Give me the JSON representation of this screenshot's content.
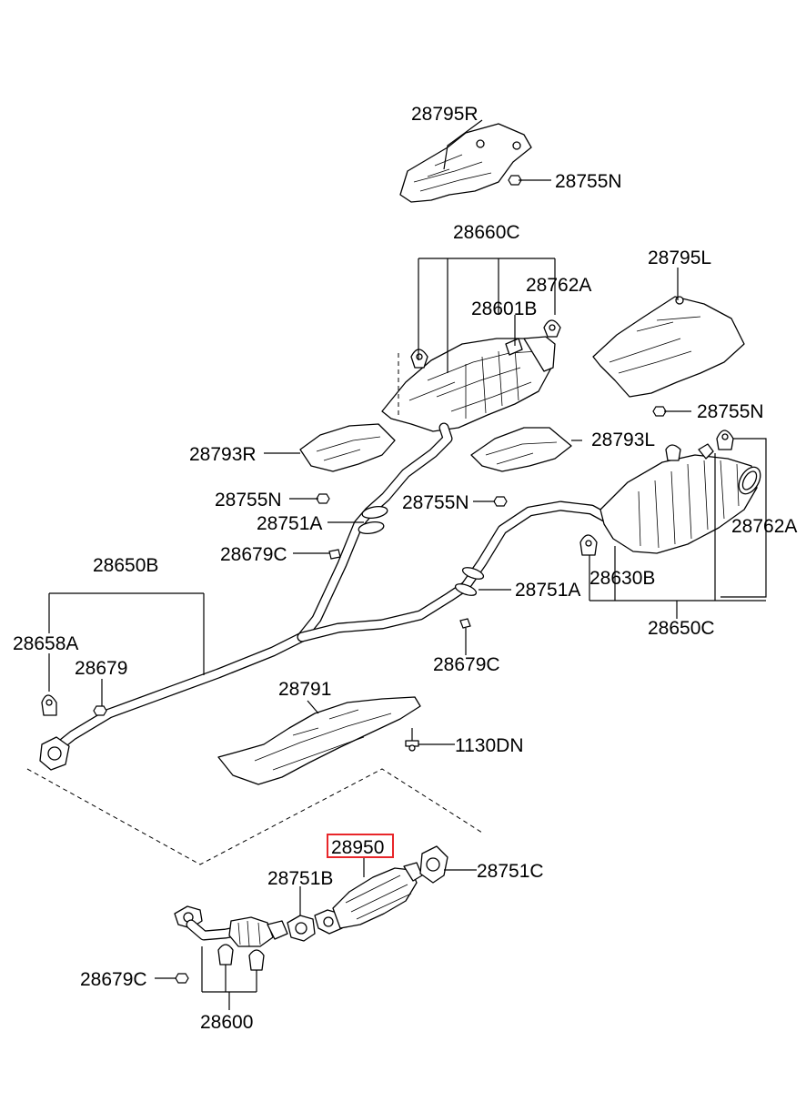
{
  "diagram_title": "",
  "highlight_color": "#e8262a",
  "labels": {
    "l_28795R": "28795R",
    "l_28755N_top": "28755N",
    "l_28660C": "28660C",
    "l_28762A_top": "28762A",
    "l_28601B": "28601B",
    "l_28795L": "28795L",
    "l_28755N_right": "28755N",
    "l_28793R": "28793R",
    "l_28793L": "28793L",
    "l_28755N_left": "28755N",
    "l_28755N_mid": "28755N",
    "l_28751A_upper": "28751A",
    "l_28762A_right": "28762A",
    "l_28679C_upper": "28679C",
    "l_28650B": "28650B",
    "l_28630B": "28630B",
    "l_28751A_lower": "28751A",
    "l_28650C": "28650C",
    "l_28658A": "28658A",
    "l_28679": "28679",
    "l_28679C_mid": "28679C",
    "l_28791": "28791",
    "l_1130DN": "1130DN",
    "l_28950": "28950",
    "l_28751C": "28751C",
    "l_28751B": "28751B",
    "l_28679C_lower": "28679C",
    "l_28600": "28600"
  }
}
